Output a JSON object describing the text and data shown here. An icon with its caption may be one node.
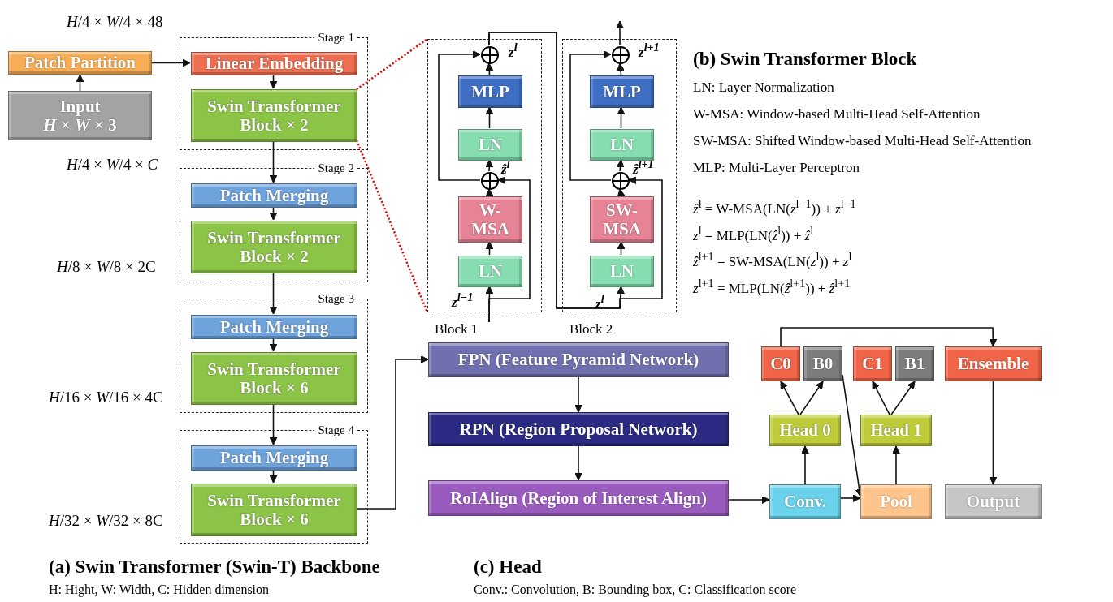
{
  "diagram": {
    "nodes": [
      {
        "text": [
          "Patch Partition"
        ]
      },
      {
        "text": [
          "Input",
          "*H* × *W* × 3"
        ]
      },
      {
        "text": [
          "Stage 1"
        ]
      },
      {
        "text": [
          "Linear Embedding"
        ],
        "in": 2
      },
      {
        "text": [
          "Swin Transformer Block × 2"
        ],
        "in": 2
      },
      {
        "text": [
          "Stage 2"
        ]
      },
      {
        "text": [
          "Patch Merging"
        ],
        "in": 5
      },
      {
        "text": [
          "Swin Transformer Block × 2"
        ],
        "in": 5
      },
      {
        "text": [
          "Stage 3"
        ]
      },
      {
        "text": [
          "Patch Merging"
        ],
        "in": 8
      },
      {
        "text": [
          "Swin Transformer Block × 6"
        ],
        "in": 8
      },
      {
        "text": [
          "Stage 4"
        ]
      },
      {
        "text": [
          "Patch Merging"
        ],
        "in": 11
      },
      {
        "text": [
          "Swin Transformer Block × 6"
        ],
        "in": 11
      },
      {
        "text": [
          "Block 1"
        ]
      },
      {
        "text": [
          "MLP"
        ],
        "in": 14
      },
      {
        "text": [
          "LN"
        ],
        "in": 14
      },
      {
        "text": [
          "W-MSA"
        ],
        "in": 14
      },
      {
        "text": [
          "LN"
        ],
        "in": 14
      },
      {
        "text": [],
        "shape": "circle",
        "in": 14,
        "beside": [
          "z$^{l}$"
        ]
      },
      {
        "text": [],
        "shape": "circle",
        "in": 14,
        "beside": [
          "ẑ$^{l}$"
        ]
      },
      {
        "text": [
          "Block 2"
        ]
      },
      {
        "text": [
          "MLP"
        ],
        "in": 21
      },
      {
        "text": [
          "LN"
        ],
        "in": 21
      },
      {
        "text": [
          "SW-MSA"
        ],
        "in": 21
      },
      {
        "text": [
          "LN"
        ],
        "in": 21
      },
      {
        "text": [],
        "shape": "circle",
        "in": 21,
        "beside": [
          "z$^{l+1}$"
        ]
      },
      {
        "text": [],
        "shape": "circle",
        "in": 21,
        "beside": [
          "ẑ$^{l+1}$"
        ]
      },
      {
        "text": [
          "FPN (Feature Pyramid Network)"
        ]
      },
      {
        "text": [
          "RPN (Region Proposal Network)"
        ]
      },
      {
        "text": [
          "RoIAlign (Region of Interest Align)"
        ]
      },
      {
        "text": [
          "C0"
        ]
      },
      {
        "text": [
          "B0"
        ]
      },
      {
        "text": [
          "C1"
        ]
      },
      {
        "text": [
          "B1"
        ]
      },
      {
        "text": [
          "Ensemble"
        ]
      },
      {
        "text": [
          "Head 0"
        ]
      },
      {
        "text": [
          "Head 1"
        ]
      },
      {
        "text": [
          "Conv."
        ]
      },
      {
        "text": [
          "Pool"
        ]
      },
      {
        "text": [
          "Output"
        ]
      }
    ],
    "edges": [
      {
        "from": 1,
        "to": 0,
        "arrow": "to"
      },
      {
        "from": 0,
        "to": 3,
        "arrow": "to"
      },
      {
        "from": 3,
        "to": 4,
        "arrow": "to"
      },
      {
        "from": 4,
        "to": 6,
        "arrow": "to"
      },
      {
        "from": 6,
        "to": 7,
        "arrow": "to"
      },
      {
        "from": 7,
        "to": 9,
        "arrow": "to"
      },
      {
        "from": 9,
        "to": 10,
        "arrow": "to"
      },
      {
        "from": 10,
        "to": 12,
        "arrow": "to"
      },
      {
        "from": 12,
        "to": 13,
        "arrow": "to"
      },
      {
        "from": 13,
        "to": 28,
        "arrow": "to"
      },
      {
        "from": 4,
        "to": 14,
        "arrow": "none",
        "style": "dashed",
        "color": "#e00000"
      },
      {
        "from": 4,
        "to": 14,
        "arrow": "none",
        "style": "dashed",
        "color": "#e00000"
      },
      {
        "from": null,
        "to": 18,
        "arrow": "to"
      },
      {
        "from": null,
        "to": 20,
        "arrow": "to"
      },
      {
        "from": 18,
        "to": 17,
        "arrow": "to"
      },
      {
        "from": 17,
        "to": 20,
        "arrow": "to"
      },
      {
        "from": 20,
        "to": 16,
        "arrow": "to"
      },
      {
        "from": 16,
        "to": 15,
        "arrow": "to"
      },
      {
        "from": 15,
        "to": 19,
        "arrow": "to"
      },
      {
        "from": 20,
        "to": 19,
        "arrow": "to"
      },
      {
        "from": 19,
        "to": 25,
        "arrow": "to"
      },
      {
        "from": 19,
        "to": 27,
        "arrow": "to"
      },
      {
        "from": 25,
        "to": 24,
        "arrow": "to"
      },
      {
        "from": 24,
        "to": 27,
        "arrow": "to"
      },
      {
        "from": 27,
        "to": 23,
        "arrow": "to"
      },
      {
        "from": 23,
        "to": 22,
        "arrow": "to"
      },
      {
        "from": 22,
        "to": 26,
        "arrow": "to"
      },
      {
        "from": 27,
        "to": 26,
        "arrow": "to"
      },
      {
        "from": 26,
        "to": null,
        "arrow": "to"
      },
      {
        "from": 28,
        "to": 29,
        "arrow": "to"
      },
      {
        "from": 29,
        "to": 30,
        "arrow": "to"
      },
      {
        "from": 30,
        "to": 38,
        "arrow": "to"
      },
      {
        "from": 38,
        "to": 36,
        "arrow": "to"
      },
      {
        "from": 36,
        "to": 31,
        "arrow": "to"
      },
      {
        "from": 36,
        "to": 32,
        "arrow": "to"
      },
      {
        "from": 38,
        "to": 39,
        "arrow": "to"
      },
      {
        "from": 39,
        "to": 37,
        "arrow": "to"
      },
      {
        "from": 37,
        "to": 33,
        "arrow": "to"
      },
      {
        "from": 37,
        "to": 34,
        "arrow": "to"
      },
      {
        "from": 32,
        "to": 39,
        "arrow": "to"
      },
      {
        "from": 31,
        "to": 35,
        "arrow": "to"
      },
      {
        "from": 35,
        "to": 40,
        "arrow": "to"
      }
    ],
    "labels": [
      "*H*/4 × *W*/4 × 48",
      "*H*/4 × *W*/4 × *C*",
      "*H*/8 × *W*/8 × 2C",
      "*H*/16 × *W*/16 × 4C",
      "*H*/32 × *W*/32 × 8C",
      "z$^{l−1}$",
      "z$^{l}$",
      "(b) Swin Transformer Block",
      "LN: Layer Normalization",
      "W-MSA: Window-based Multi-Head Self-Attention",
      "SW-MSA: Shifted Window-based Multi-Head Self-Attention",
      "MLP: Multi-Layer Perceptron",
      "*ẑ*$^{l}$ = W-MSA(LN(*z*$^{l−1}$)) + *z*$^{l−1}$",
      "*z*$^{l}$ = MLP(LN(*ẑ*$^{l}$)) + *ẑ*$^{l}$",
      "*ẑ*$^{l+1}$ = SW-MSA(LN(*z*$^{l}$)) + *z*$^{l}$",
      "*z*$^{l+1}$ = MLP(LN(*ẑ*$^{l+1}$)) + *ẑ*$^{l+1}$",
      "(a) Swin Transformer (Swin-T) Backbone",
      "H: Hight, W: Width, C: Hidden dimension",
      "(c) Head",
      "Conv.: Convolution, B: Bounding box, C: Classification score"
    ]
  }
}
